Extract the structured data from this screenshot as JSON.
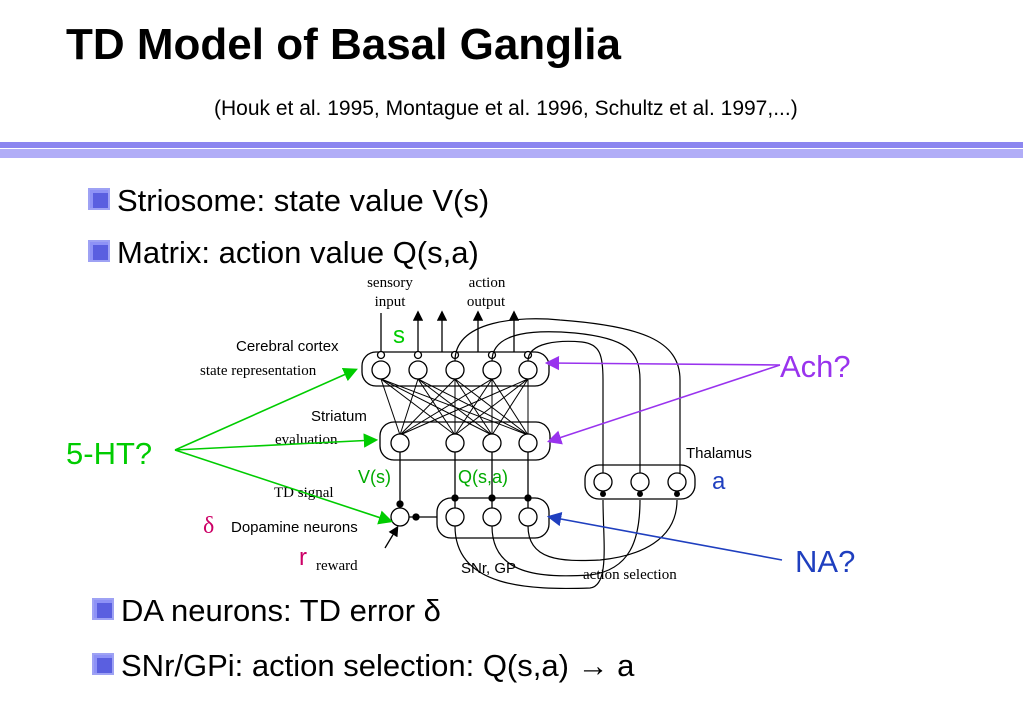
{
  "slide": {
    "title": "TD Model of Basal Ganglia",
    "subtitle": "(Houk et al. 1995, Montague et al. 1996, Schultz et al. 1997,...)",
    "bullets": [
      {
        "text": "Striosome: state value V(s)"
      },
      {
        "text": "Matrix: action value Q(s,a)"
      },
      {
        "text": "DA neurons: TD error δ"
      },
      {
        "text": "SNr/GPi: action selection:  Q(s,a) → a"
      }
    ]
  },
  "diagram": {
    "sensory_input": [
      "sensory",
      "input"
    ],
    "action_output": [
      "action",
      "output"
    ],
    "s": "s",
    "cerebral_cortex": "Cerebral cortex",
    "state_representation": "state representation",
    "striatum": "Striatum",
    "evaluation": "evaluation",
    "thalamus": "Thalamus",
    "a": "a",
    "vs": "V(s)",
    "qsa": "Q(s,a)",
    "td_signal": "TD signal",
    "delta": "δ",
    "dopamine_neurons": "Dopamine neurons",
    "r": "r",
    "reward": "reward",
    "snr_gp": "SNr, GP",
    "action_selection": "action selection",
    "ach": "Ach?",
    "five_ht": "5-HT?",
    "na": "NA?"
  },
  "colors": {
    "green": "#00cc00",
    "purple": "#9933ee",
    "blue": "#1f3fbf",
    "magenta": "#cc0066",
    "rule": "#8c86f0"
  }
}
